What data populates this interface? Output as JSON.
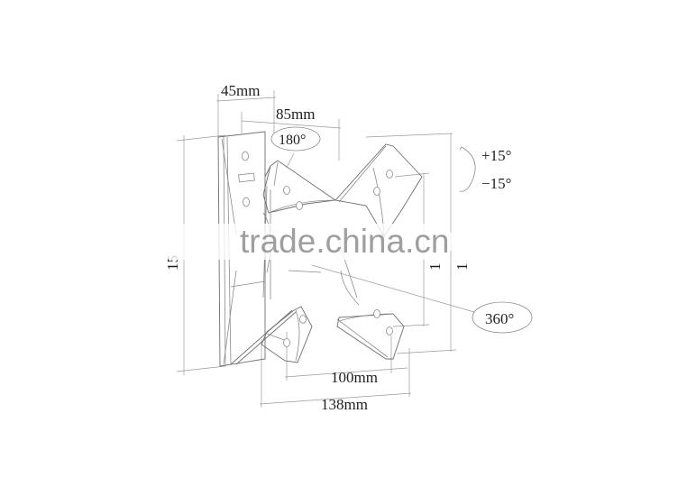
{
  "diagram": {
    "subject": "TV wall mount bracket (tilt/swivel) technical drawing",
    "dimensions": {
      "depth_top": "45mm",
      "arm": "85mm",
      "vesa_inner": "100mm",
      "plate_width": "138mm",
      "wall_height_partial": "15",
      "vesa_vertical_partial_1": "1",
      "vesa_vertical_partial_2": "1"
    },
    "angles": {
      "swivel": "180°",
      "tilt_up": "+15°",
      "tilt_down": "−15°",
      "rotation": "360°"
    },
    "watermark": "trade.china.cn",
    "colors": {
      "line": "#8a8a8a",
      "text": "#1e1e1e",
      "watermark": "#8e8e8e",
      "background": "#ffffff"
    }
  }
}
